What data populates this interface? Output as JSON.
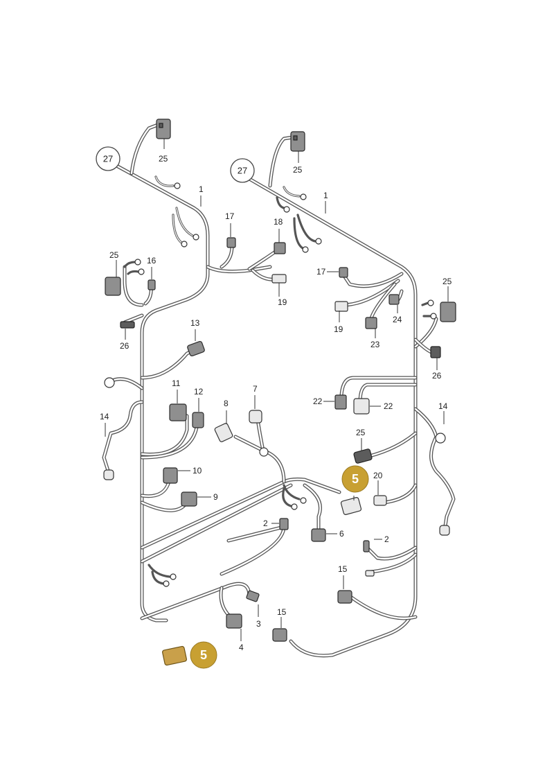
{
  "callouts": [
    {
      "id": "left-top",
      "label": "27"
    },
    {
      "id": "right-top",
      "label": "27"
    }
  ],
  "highlight_badges": [
    {
      "id": "right-mid",
      "label": "5"
    },
    {
      "id": "left-bottom",
      "label": "5"
    }
  ],
  "labels": [
    {
      "id": "l25a",
      "text": "25"
    },
    {
      "id": "l1a",
      "text": "1"
    },
    {
      "id": "l17a",
      "text": "17"
    },
    {
      "id": "l18",
      "text": "18"
    },
    {
      "id": "l19a",
      "text": "19"
    },
    {
      "id": "l25c",
      "text": "25"
    },
    {
      "id": "l16",
      "text": "16"
    },
    {
      "id": "l26a",
      "text": "26"
    },
    {
      "id": "l13",
      "text": "13"
    },
    {
      "id": "l14a",
      "text": "14"
    },
    {
      "id": "l11",
      "text": "11"
    },
    {
      "id": "l12",
      "text": "12"
    },
    {
      "id": "l8",
      "text": "8"
    },
    {
      "id": "l7",
      "text": "7"
    },
    {
      "id": "l10",
      "text": "10"
    },
    {
      "id": "l9",
      "text": "9"
    },
    {
      "id": "l2a",
      "text": "2"
    },
    {
      "id": "l6",
      "text": "6"
    },
    {
      "id": "l3",
      "text": "3"
    },
    {
      "id": "l4",
      "text": "4"
    },
    {
      "id": "l15a",
      "text": "15"
    },
    {
      "id": "l25b",
      "text": "25"
    },
    {
      "id": "l1b",
      "text": "1"
    },
    {
      "id": "l17b",
      "text": "17"
    },
    {
      "id": "l19b",
      "text": "19"
    },
    {
      "id": "l24",
      "text": "24"
    },
    {
      "id": "l23",
      "text": "23"
    },
    {
      "id": "l25d",
      "text": "25"
    },
    {
      "id": "l26b",
      "text": "26"
    },
    {
      "id": "l22a",
      "text": "22"
    },
    {
      "id": "l22b",
      "text": "22"
    },
    {
      "id": "l14b",
      "text": "14"
    },
    {
      "id": "l25e",
      "text": "25"
    },
    {
      "id": "l20",
      "text": "20"
    },
    {
      "id": "l2b",
      "text": "2"
    },
    {
      "id": "l15b",
      "text": "15"
    }
  ]
}
